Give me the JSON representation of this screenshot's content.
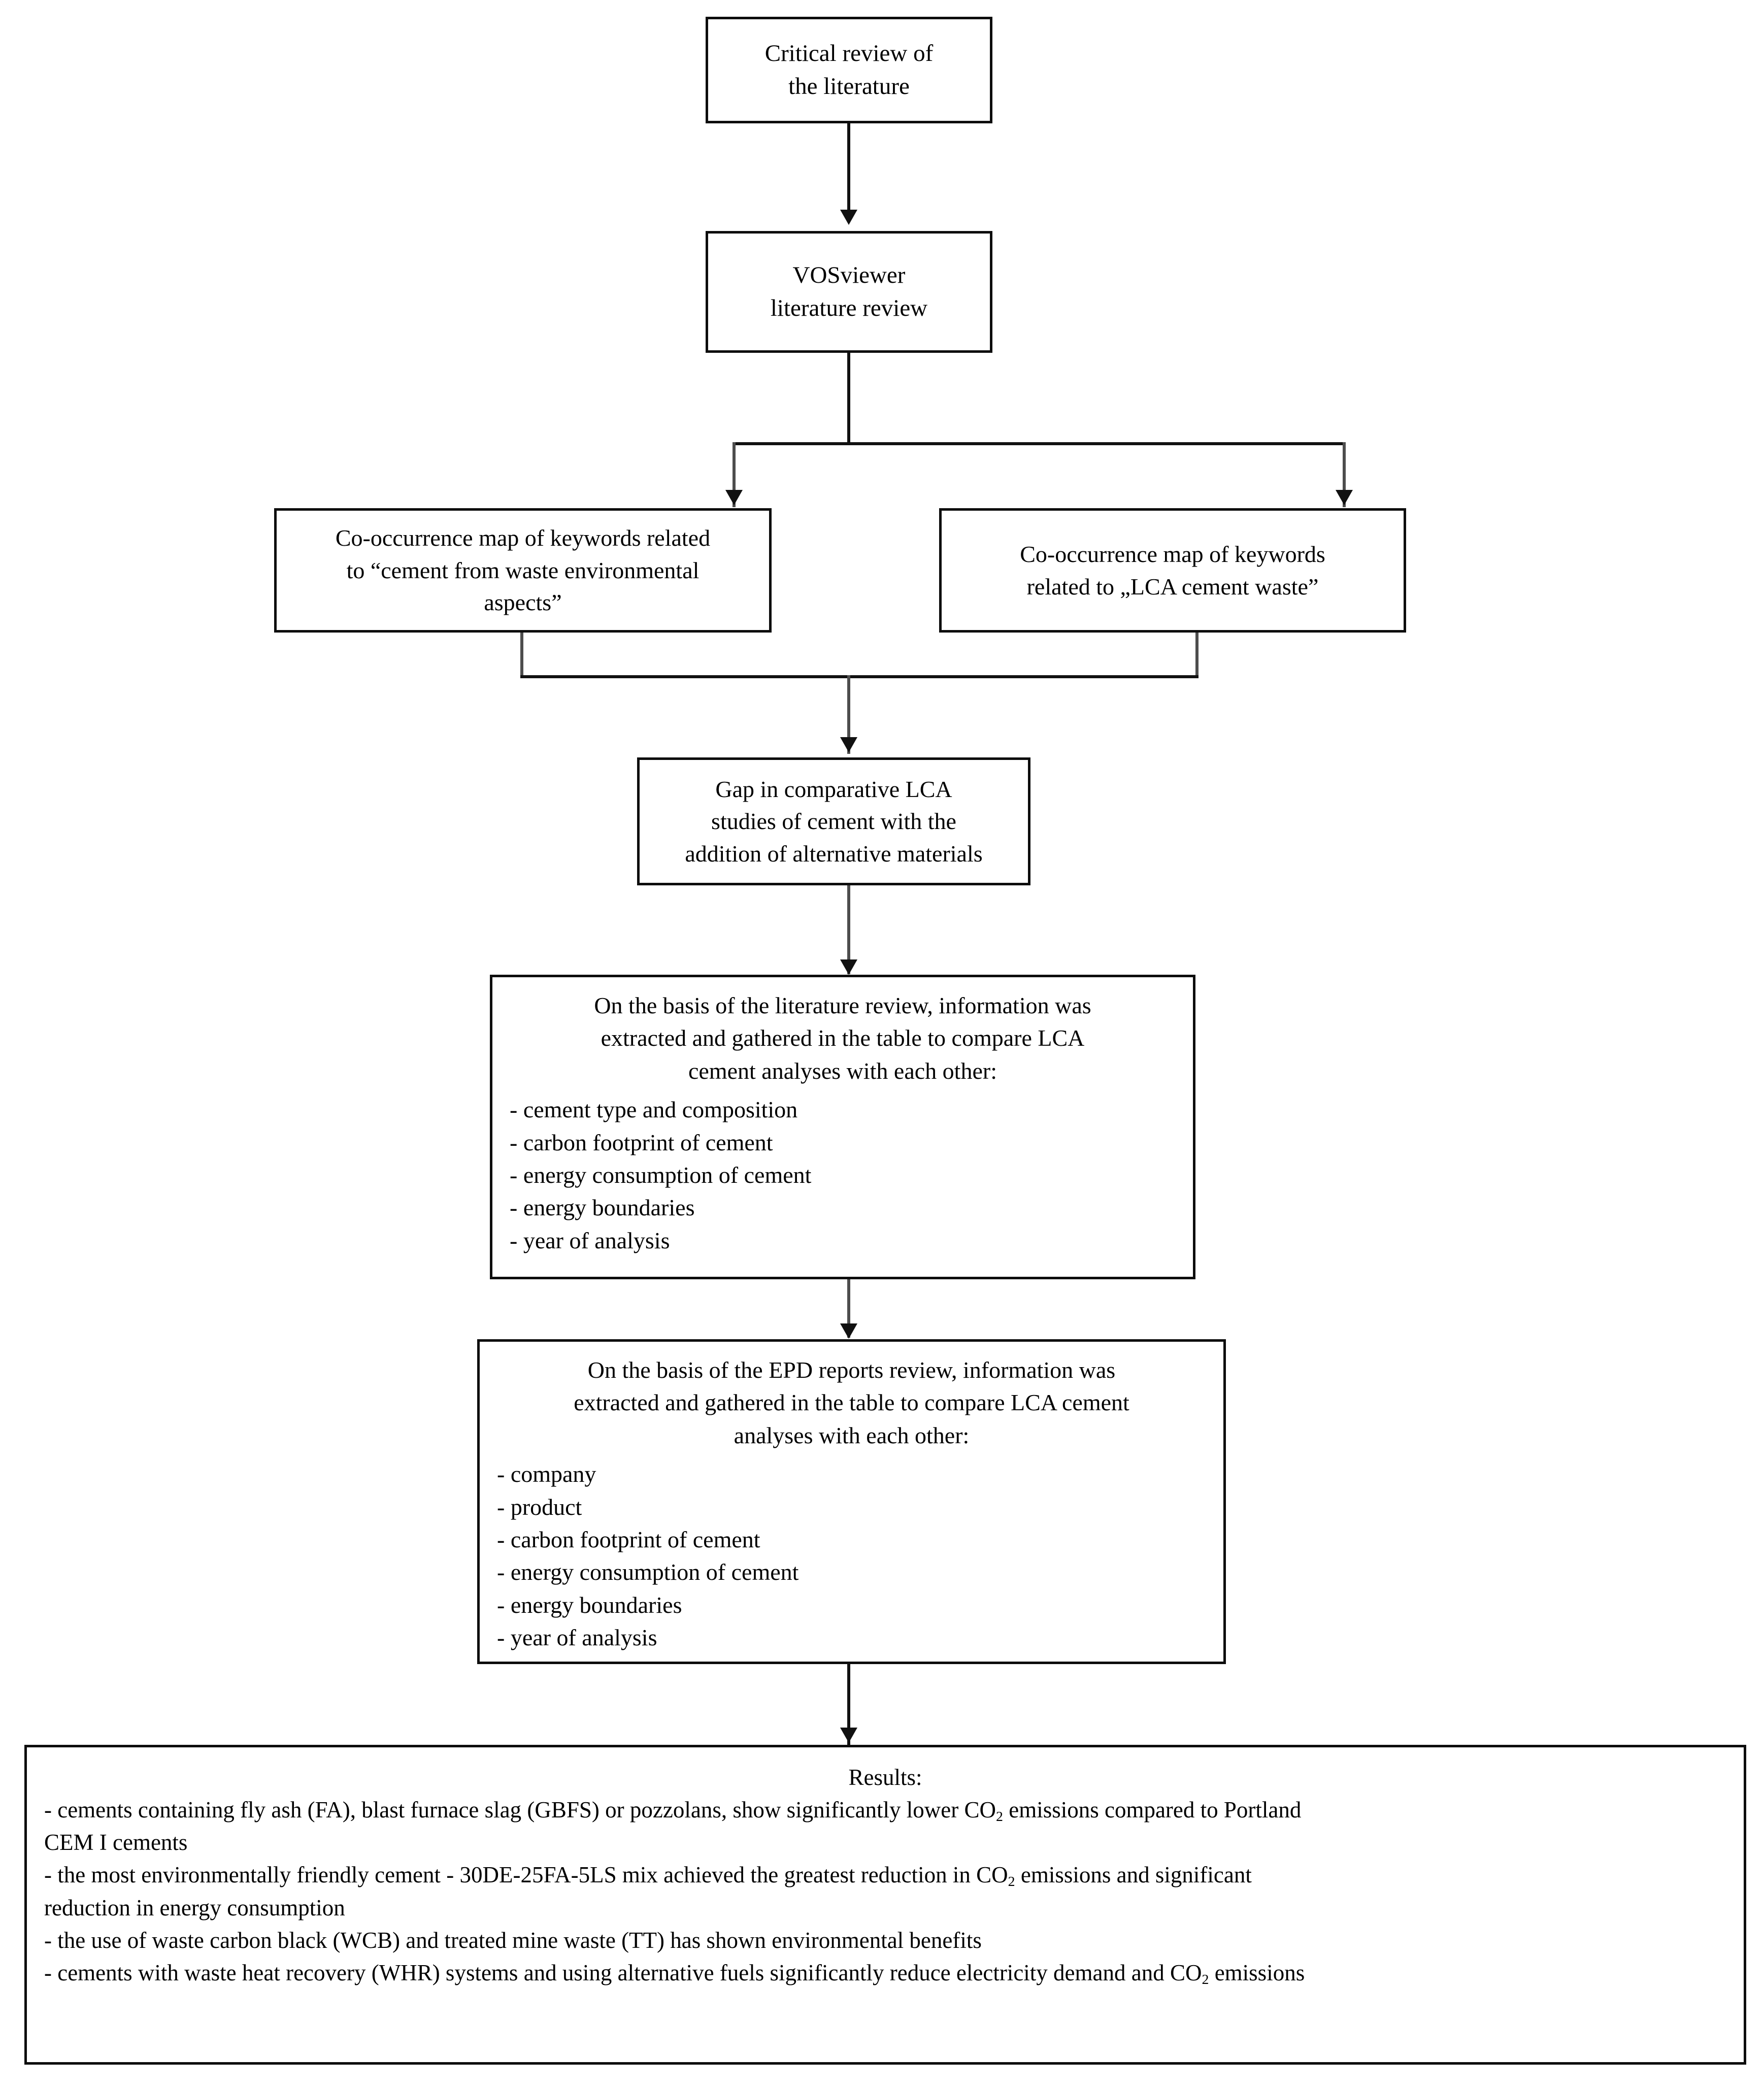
{
  "diagram": {
    "title": "Research methodology flowchart",
    "nodes": {
      "critical_review": {
        "line1": "Critical review of",
        "line2": "the literature"
      },
      "vosviewer": {
        "line1": "VOSviewer",
        "line2": "literature review"
      },
      "map_left": {
        "line1": "Co-occurrence map of keywords related",
        "line2": "to “cement from waste environmental",
        "line3": "aspects”"
      },
      "map_right": {
        "line1": "Co-occurrence map of keywords",
        "line2": "related to „LCA cement waste”"
      },
      "gap": {
        "line1": "Gap in comparative LCA",
        "line2": "studies of cement with the",
        "line3": "addition of alternative materials"
      },
      "literature_table": {
        "head_line1": "On the basis of the literature review, information was",
        "head_line2": "extracted and gathered in the table to compare LCA",
        "head_line3": "cement analyses with each other:",
        "bullets": [
          "- cement type and composition",
          "- carbon footprint of cement",
          "- energy consumption of cement",
          "- energy boundaries",
          "- year of analysis"
        ]
      },
      "epd_table": {
        "head_line1": "On the basis of the EPD reports review, information was",
        "head_line2": "extracted and gathered in the table to compare LCA cement",
        "head_line3": "analyses with each other:",
        "bullets": [
          "- company",
          "- product",
          "- carbon footprint of cement",
          "- energy consumption of cement",
          "- energy boundaries",
          "- year of analysis"
        ]
      },
      "results": {
        "heading": "Results:",
        "items": [
          {
            "part_a": "- cements containing fly ash (FA), blast furnace slag (GBFS) or pozzolans, show significantly lower CO",
            "sub": "2",
            "part_b": " emissions compared to Portland",
            "cont": "CEM I cements"
          },
          {
            "part_a": "- the most environmentally friendly cement - 30DE-25FA-5LS mix achieved the greatest reduction in CO",
            "sub": "2",
            "part_b": " emissions and significant",
            "cont": "reduction in energy consumption"
          },
          {
            "part_a": "- the use of waste carbon black (WCB) and treated mine waste (TT) has shown environmental benefits",
            "sub": "",
            "part_b": "",
            "cont": ""
          },
          {
            "part_a": "- cements with waste heat recovery (WHR) systems and using alternative fuels significantly reduce electricity demand and CO",
            "sub": "2",
            "part_b": " emissions",
            "cont": ""
          }
        ]
      }
    },
    "connectors": {
      "critical_to_vos": "arrow-down",
      "vos_split": "split-to-two-maps",
      "maps_merge": "merge-to-gap",
      "gap_to_literature": "arrow-down",
      "literature_to_epd": "arrow-down",
      "epd_to_results": "arrow-down"
    },
    "colors": {
      "border": "#0d0d0d",
      "connector": "#4d4d4d",
      "arrowhead": "#111111",
      "background": "#ffffff",
      "text": "#000000"
    }
  }
}
